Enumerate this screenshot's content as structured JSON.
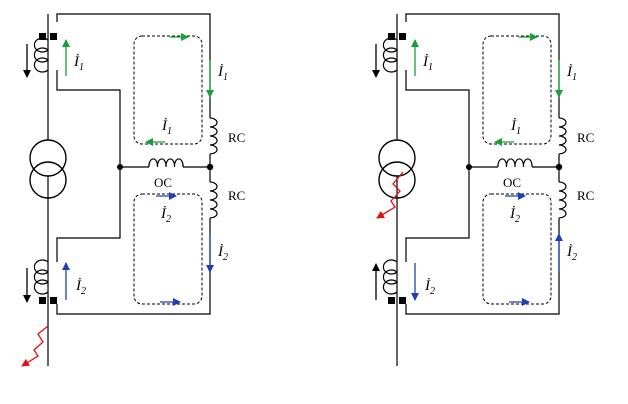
{
  "panels": [
    {
      "id": "left",
      "fault_side": "bottom",
      "labels": {
        "i1_ct": {
          "main": "İ",
          "sub": "1"
        },
        "i1_right": {
          "main": "İ",
          "sub": "1"
        },
        "i1_loop": {
          "main": "İ",
          "sub": "1"
        },
        "rc_top": "RC",
        "oc": "OC",
        "rc_bottom": "RC",
        "i2_loop": {
          "main": "İ",
          "sub": "2"
        },
        "i2_right": {
          "main": "İ",
          "sub": "2"
        },
        "i2_ct": {
          "main": "İ",
          "sub": "2"
        }
      },
      "arrows": {
        "top_primary": "down",
        "bottom_primary": "down",
        "i1_secondary": "up",
        "i2_secondary": "up",
        "i1_right": "down",
        "i2_right": "down"
      }
    },
    {
      "id": "right",
      "fault_side": "transformer",
      "labels": {
        "i1_ct": {
          "main": "İ",
          "sub": "1"
        },
        "i1_right": {
          "main": "İ",
          "sub": "1"
        },
        "i1_loop": {
          "main": "İ",
          "sub": "1"
        },
        "rc_top": "RC",
        "oc": "OC",
        "rc_bottom": "RC",
        "i2_loop": {
          "main": "İ",
          "sub": "2"
        },
        "i2_right": {
          "main": "İ",
          "sub": "2"
        },
        "i2_ct": {
          "main": "İ",
          "sub": "2"
        }
      },
      "arrows": {
        "top_primary": "down",
        "bottom_primary": "up",
        "i1_secondary": "up",
        "i2_secondary": "down",
        "i1_right": "down",
        "i2_right": "up"
      }
    }
  ],
  "colors": {
    "wire": "#000000",
    "current_1": "#1a9e3a",
    "current_2": "#1f3fb8",
    "fault": "#e01010"
  }
}
